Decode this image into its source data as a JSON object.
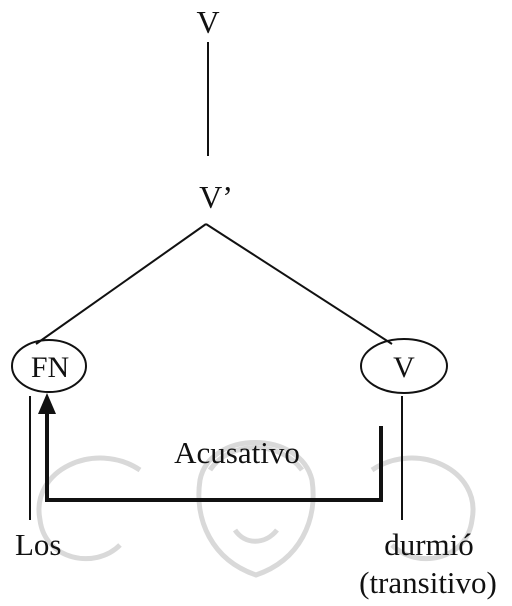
{
  "diagram": {
    "nodes": {
      "top_v": "V",
      "v_bar": "V’",
      "fn": "FN",
      "v_head": "V"
    },
    "arrow_label": "Acusativo",
    "words": {
      "left": "Los",
      "right_line1": "durmió",
      "right_line2": "(transitivo)"
    }
  },
  "colors": {
    "ink": "#111111",
    "watermark": "#d9d9d9"
  }
}
